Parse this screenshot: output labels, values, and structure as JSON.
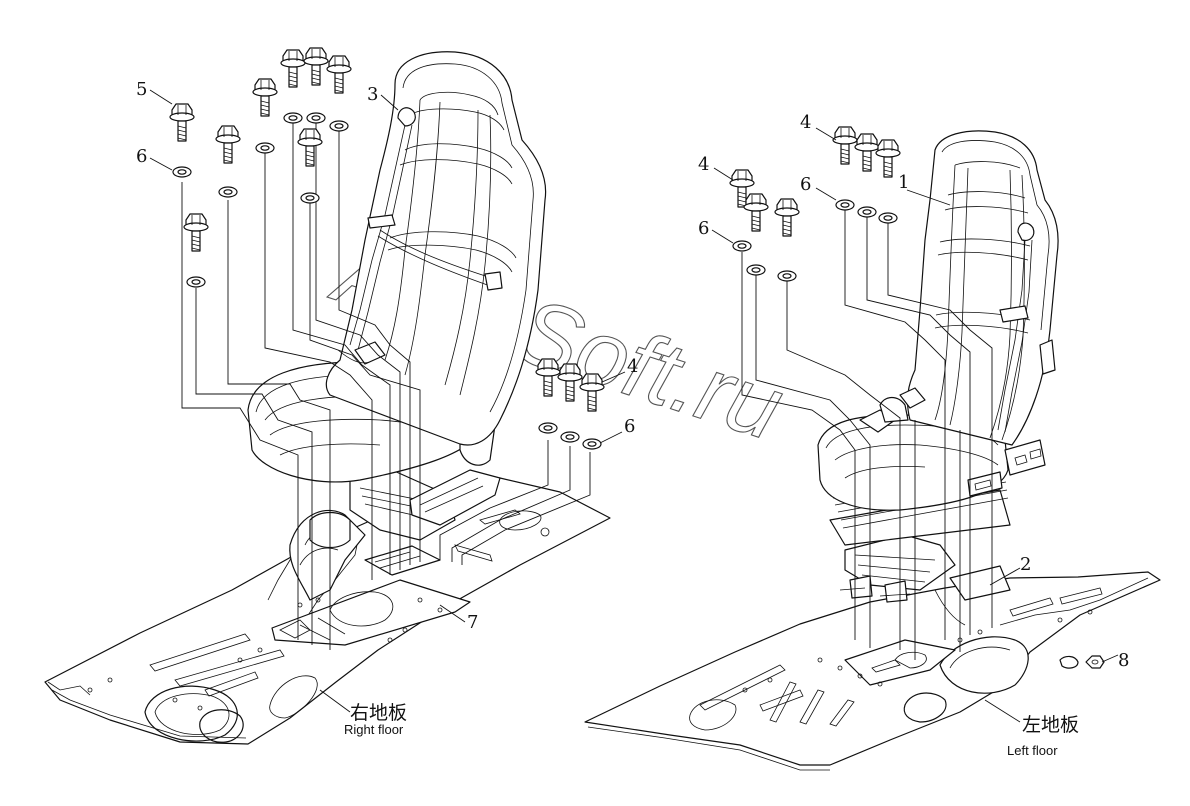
{
  "watermark": "AutoSoft.ru",
  "right_floor": {
    "label_cn": "右地板",
    "label_en": "Right floor"
  },
  "left_floor": {
    "label_cn": "左地板",
    "label_en": "Left floor"
  },
  "callouts": {
    "c1": "1",
    "c2": "2",
    "c3": "3",
    "c4a": "4",
    "c4b": "4",
    "c4c": "4",
    "c5": "5",
    "c6a": "6",
    "c6b": "6",
    "c6c": "6",
    "c6d": "6",
    "c7": "7",
    "c8": "8"
  }
}
